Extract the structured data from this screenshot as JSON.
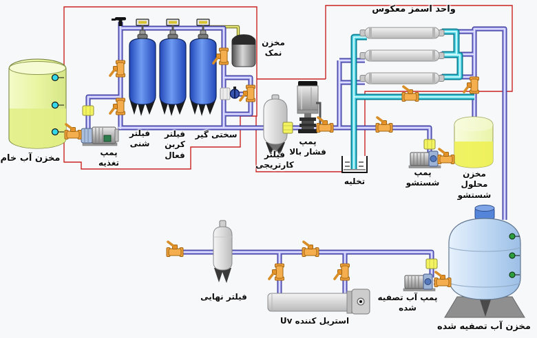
{
  "labels": {
    "raw_water_tank": {
      "lines": [
        "مخزن آب خام"
      ]
    },
    "feed_pump": {
      "lines": [
        "پمپ",
        "تغذیه"
      ]
    },
    "sand_filter": {
      "lines": [
        "فیلتر",
        "شنی"
      ]
    },
    "carbon_filter": {
      "lines": [
        "فیلتر",
        "کربن",
        "فعال"
      ]
    },
    "softener": {
      "lines": [
        "سختی گیر"
      ]
    },
    "salt_tank": {
      "lines": [
        "مخزن",
        "نمک"
      ]
    },
    "cartridge_filter": {
      "lines": [
        "فیلتر",
        "کارتریجی"
      ]
    },
    "high_pressure_pump": {
      "lines": [
        "پمپ",
        "فشار بالا"
      ]
    },
    "ro_unit": {
      "lines": [
        "واحد اسمز معکوس"
      ]
    },
    "drain": {
      "lines": [
        "تخلیه"
      ]
    },
    "wash_pump": {
      "lines": [
        "پمپ",
        "شستشو"
      ]
    },
    "wash_solution_tank": {
      "lines": [
        "مخزن",
        "محلول",
        "شستشو"
      ]
    },
    "treated_water_pump": {
      "lines": [
        "پمپ آب تصفیه",
        "شده"
      ]
    },
    "treated_water_tank": {
      "lines": [
        "مخزن آب تصفیه شده"
      ]
    },
    "final_filter": {
      "lines": [
        "فیلتر نهایی"
      ]
    },
    "uv_sterilizer": {
      "lines": [
        "استریل کننده Uv"
      ]
    }
  },
  "colors": {
    "pipe_blue": "#3a3a9a",
    "pipe_blue_light": "#bdbdf5",
    "pipe_cyan": "#49cfe0",
    "brine_line_yellow": "#eaea7c",
    "valve_orange": "#f1a13b",
    "section_outline_red": "#c92222",
    "filter_tank_blue": "#2f5fd4",
    "raw_water_yellow": "#e9f39a",
    "treated_tank_blue": "#bcd6f2",
    "background": "#f7f8fa"
  }
}
